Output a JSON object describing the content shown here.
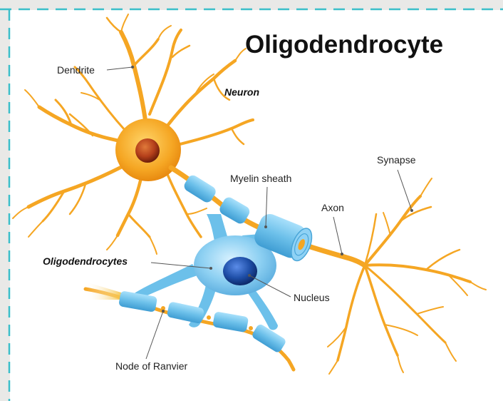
{
  "title": "Oligodendrocyte",
  "labels": {
    "dendrite": "Dendrite",
    "neuron": "Neuron",
    "myelin_sheath": "Myelin sheath",
    "synapse": "Synapse",
    "axon": "Axon",
    "oligodendrocytes": "Oligodendrocytes",
    "nucleus": "Nucleus",
    "node_of_ranvier": "Node of Ranvier"
  },
  "colors": {
    "frame_background": "#e9e9e7",
    "border_dash": "#3bbfc9",
    "neuron_orange": "#f5a623",
    "neuron_body_dark": "#b5401b",
    "myelin_blue": "#5fb8e6",
    "oligo_nucleus": "#1f4fa8"
  }
}
